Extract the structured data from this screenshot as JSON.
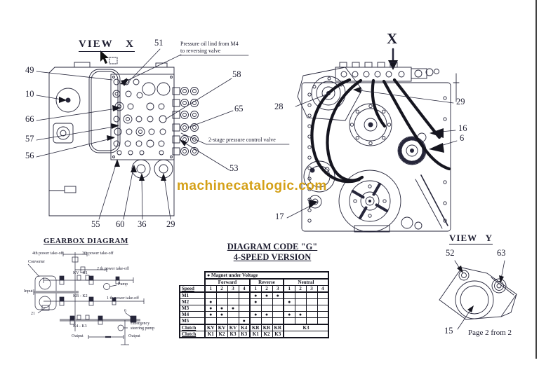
{
  "watermark": {
    "text": "machinecatalogic.com",
    "color": "#d4a017"
  },
  "view_x": {
    "title": "VIEW X",
    "callouts": {
      "c49": "49",
      "c10": "10",
      "c66": "66",
      "c57": "57",
      "c56": "56",
      "c55": "55",
      "c60": "60",
      "c36": "36",
      "c29": "29",
      "c51": "51",
      "c58": "58",
      "c65": "65",
      "c53": "53"
    },
    "labels": {
      "pressure_oil_line1": "Pressure oil lind from M4",
      "pressure_oil_line2": "to reversing valve",
      "control_valve": "2-stage pressure control valve"
    }
  },
  "side_view": {
    "title": "X",
    "callouts": {
      "c28": "28",
      "c29": "29",
      "c16": "16",
      "c6": "6",
      "c17": "17"
    }
  },
  "gearbox_diagram": {
    "title": "GEARBOX DIAGRAM",
    "labels": {
      "pto4": "4th power take-off",
      "pto3": "3th power take-off",
      "converter": "Converter",
      "pto2": "2 th power take-off",
      "kv_k1": "KV - K1",
      "input": "Input",
      "pump": "Pump",
      "kr_k2": "KR - K2",
      "pto1": "1 th power take-off",
      "n21": "21",
      "n6": "6",
      "k4_k3": "K4 - K3",
      "emergency_line1": "Emergency",
      "emergency_line2": "steering pump",
      "output_left": "Output",
      "output_right": "Output"
    }
  },
  "diagram_code": {
    "title_line1": "DIAGRAM CODE \"G\"",
    "title_line2": "4-SPEED VERSION",
    "table": {
      "legend_dot": "●",
      "legend": "Magnet under Voltage",
      "groups": [
        "Forward",
        "Reverse",
        "Neutral"
      ],
      "speed_header": "Speed",
      "col_numbers": [
        "1",
        "2",
        "3",
        "4",
        "1",
        "2",
        "3",
        "1",
        "2",
        "3",
        "4"
      ],
      "rows": [
        {
          "label": "M1",
          "dots": [
            0,
            0,
            0,
            0,
            1,
            1,
            1,
            0,
            0,
            0,
            0
          ]
        },
        {
          "label": "M2",
          "dots": [
            1,
            0,
            0,
            0,
            1,
            0,
            0,
            1,
            0,
            0,
            0
          ]
        },
        {
          "label": "M3",
          "dots": [
            1,
            1,
            1,
            0,
            0,
            0,
            0,
            0,
            0,
            0,
            0
          ]
        },
        {
          "label": "M4",
          "dots": [
            1,
            1,
            0,
            0,
            1,
            1,
            0,
            1,
            1,
            0,
            0
          ]
        },
        {
          "label": "M5",
          "dots": [
            0,
            0,
            0,
            1,
            0,
            0,
            0,
            0,
            0,
            0,
            0
          ]
        }
      ],
      "clutch_rows": [
        {
          "label": "Clutch",
          "cells": [
            "KV",
            "KV",
            "KV",
            "K4",
            "KR",
            "KR",
            "KR"
          ],
          "neutral": "K3"
        },
        {
          "label": "Clutch",
          "cells": [
            "K1",
            "K2",
            "K3",
            "K3",
            "K1",
            "K2",
            "K3"
          ],
          "neutral": ""
        }
      ]
    }
  },
  "view_y": {
    "title": "VIEW Y",
    "callouts": {
      "c52": "52",
      "c63": "63",
      "c15": "15"
    },
    "page_label": "Page 2 from 2"
  }
}
